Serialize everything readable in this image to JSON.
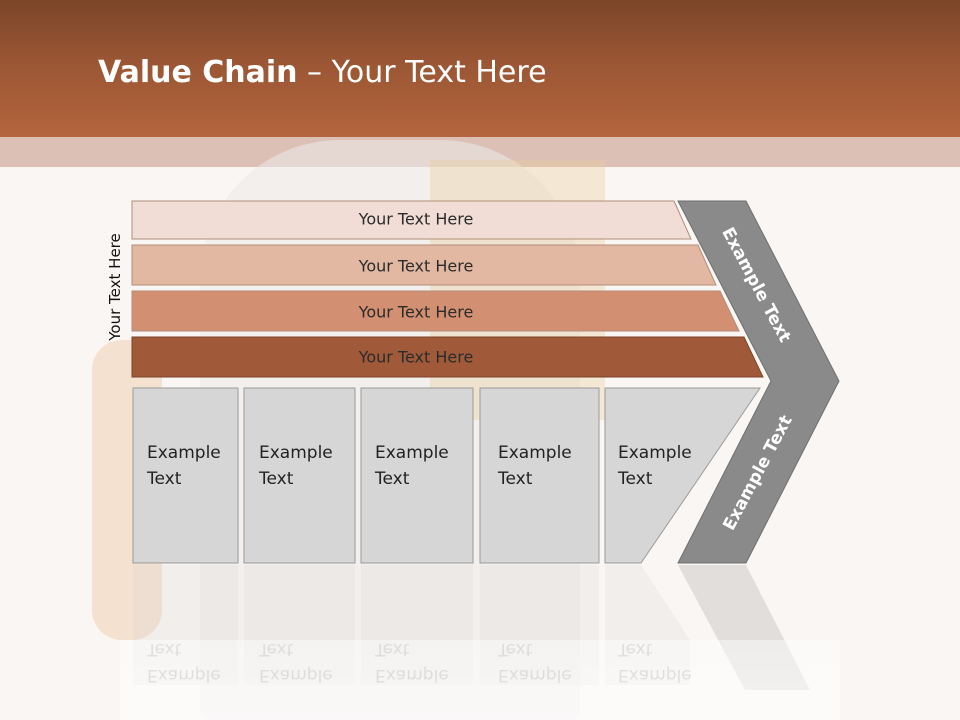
{
  "title": {
    "bold": "Value Chain",
    "rest": " – Your Text Here"
  },
  "side_label": "Your Text Here",
  "bars": [
    {
      "label": "Your Text Here",
      "color": "#f1ddd5"
    },
    {
      "label": "Your Text Here",
      "color": "#e2b8a3"
    },
    {
      "label": "Your Text Here",
      "color": "#d28f72"
    },
    {
      "label": "Your Text Here",
      "color": "#a05a3a"
    }
  ],
  "boxes": [
    {
      "label": "Example\nText"
    },
    {
      "label": "Example\nText"
    },
    {
      "label": "Example\nText"
    },
    {
      "label": "Example\nText"
    },
    {
      "label": "Example\nText"
    }
  ],
  "chevron": {
    "top_label": "Example Text",
    "bottom_label": "Example Text",
    "color": "#8a8a8a"
  },
  "colors": {
    "header": "#a5593a",
    "box_fill": "#d6d6d6",
    "box_stroke": "#9a9a9a"
  }
}
